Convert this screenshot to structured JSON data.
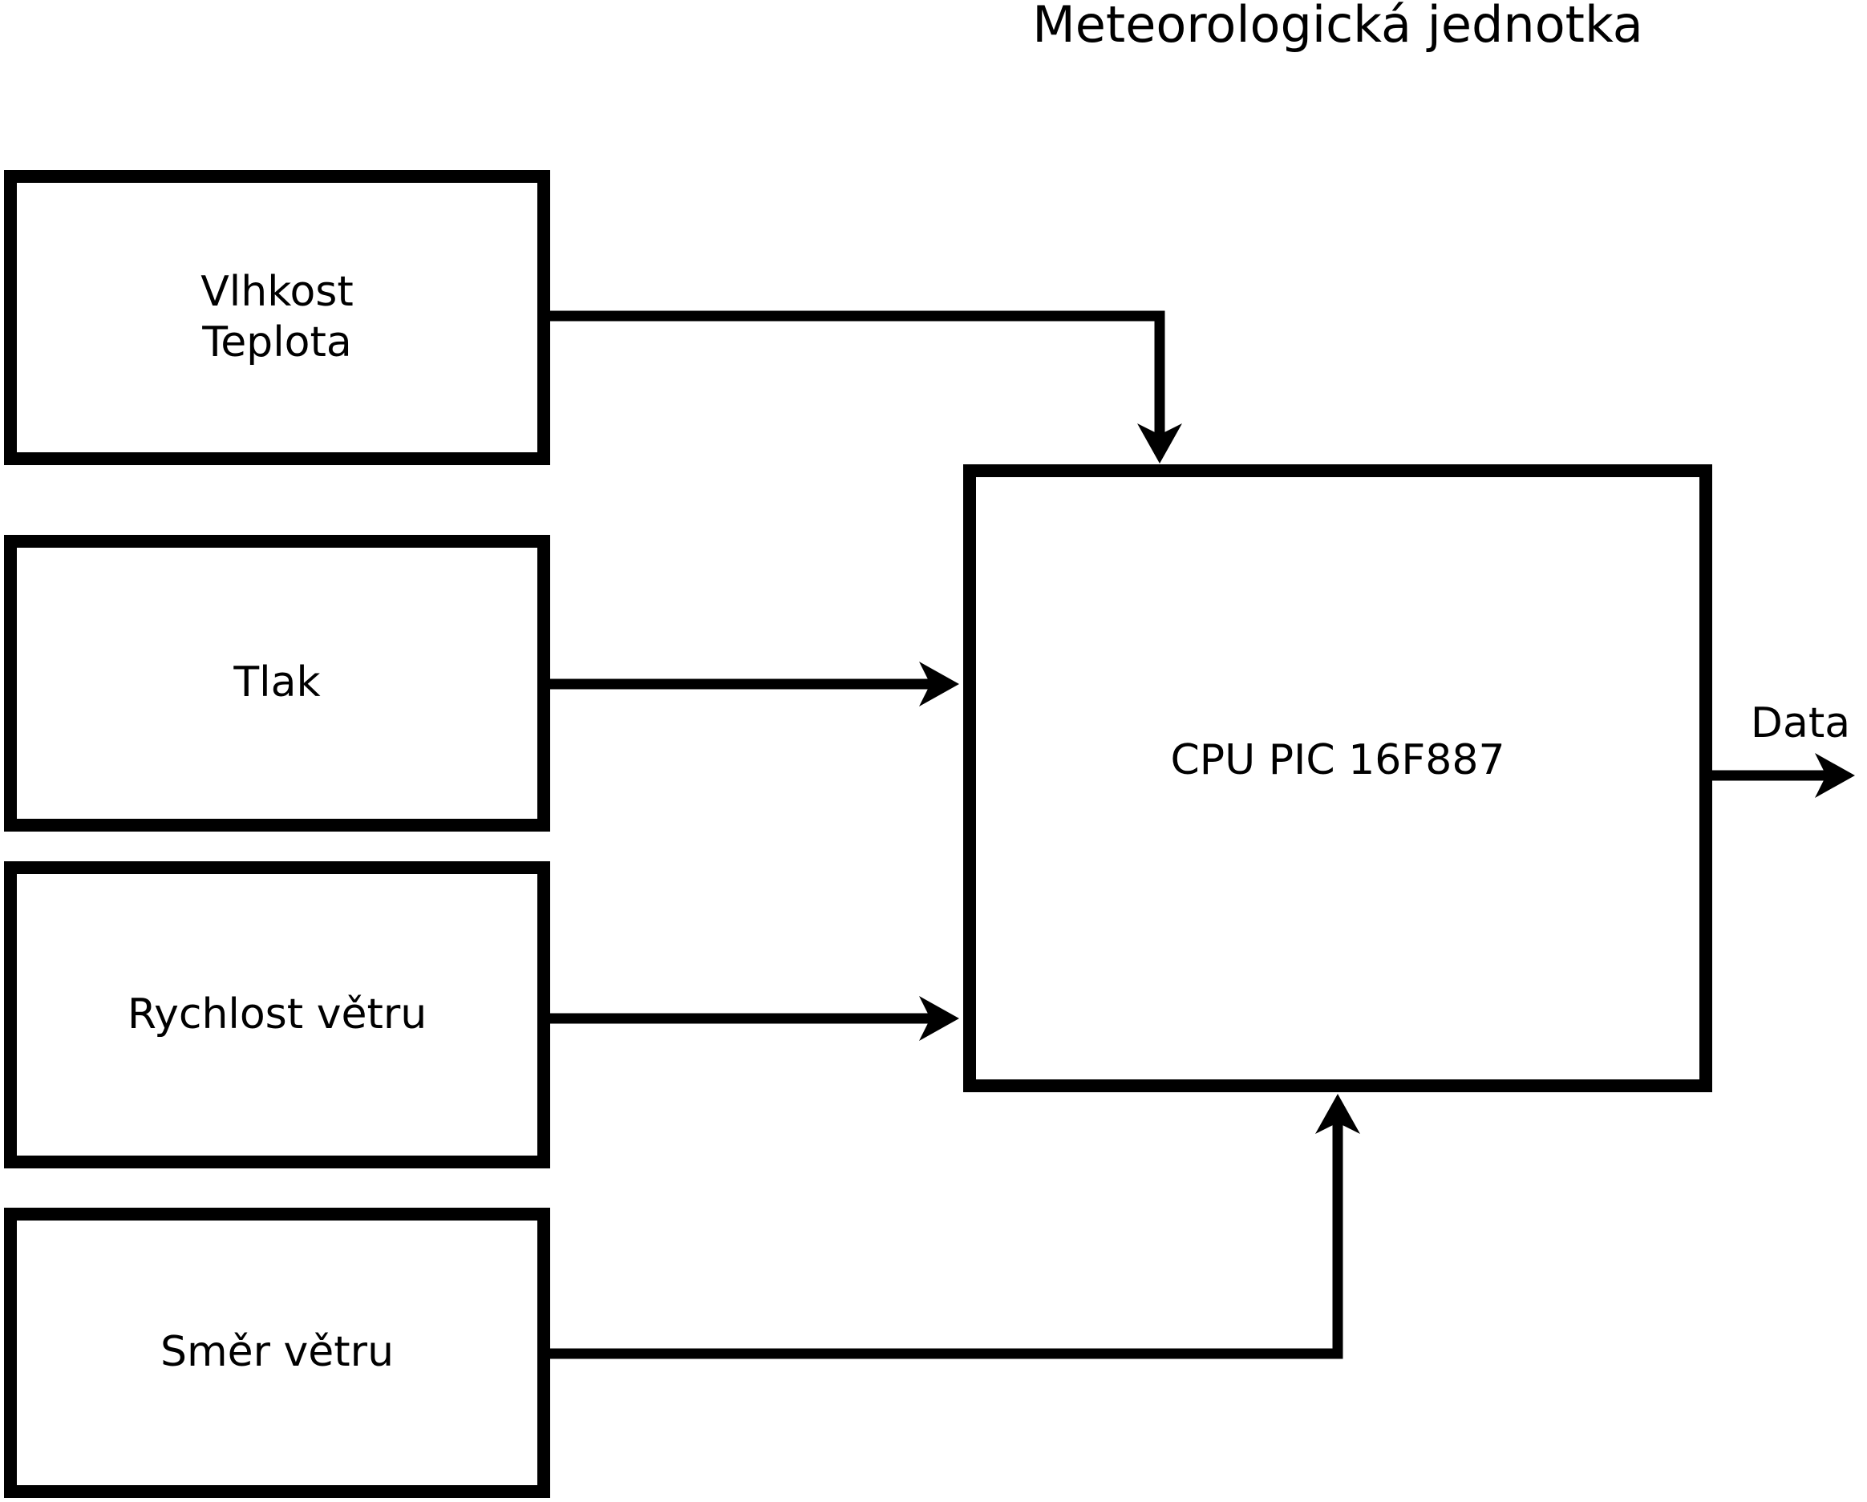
{
  "diagram": {
    "title": "Meteorologická jednotka",
    "background_color": "#ffffff",
    "line_color": "#000000"
  },
  "nodes": {
    "sensor_humidity_temp": {
      "lines": [
        "Vlhkost",
        "Teplota"
      ]
    },
    "sensor_pressure": {
      "label": "Tlak"
    },
    "sensor_wind_speed": {
      "label": "Rychlost větru"
    },
    "sensor_wind_direction": {
      "label": "Směr větru"
    },
    "cpu": {
      "label": "CPU PIC 16F887"
    }
  },
  "output": {
    "data_label": "Data"
  },
  "connections": [
    {
      "from": "sensor_humidity_temp",
      "to": "cpu",
      "enters": "top"
    },
    {
      "from": "sensor_pressure",
      "to": "cpu",
      "enters": "left"
    },
    {
      "from": "sensor_wind_speed",
      "to": "cpu",
      "enters": "left"
    },
    {
      "from": "sensor_wind_direction",
      "to": "cpu",
      "enters": "bottom"
    },
    {
      "from": "cpu",
      "to": "data_output",
      "exits": "right"
    }
  ]
}
